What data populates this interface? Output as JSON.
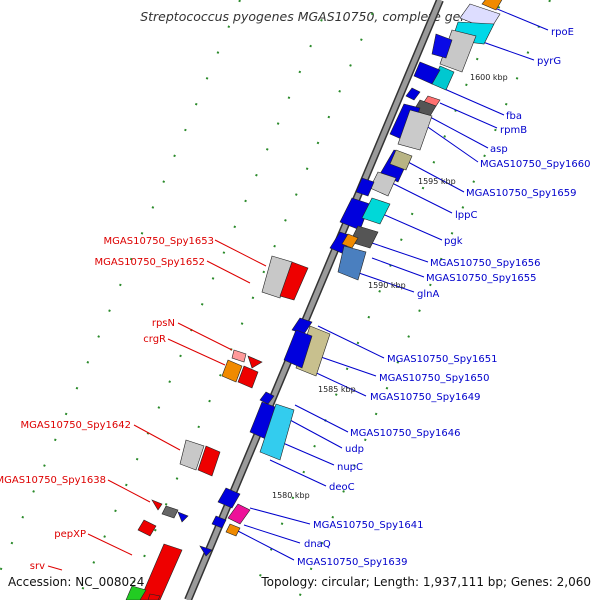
{
  "header": {
    "title": "Streptococcus pyogenes MGAS10750, complete genome"
  },
  "footer": {
    "accession": "Accession: NC_008024",
    "summary": "Topology: circular; Length: 1,937,111 bp; Genes: 2,060"
  },
  "colors": {
    "forward_label": "#0000cc",
    "reverse_label": "#dd0000",
    "backbone": "#9a9a9a",
    "tick": "#2a8a2a"
  },
  "scale_ticks": [
    "1600 kbp",
    "1595 kbp",
    "1590 kbp",
    "1585 kbp",
    "1580 kbp"
  ],
  "forward_genes": [
    "rpoE",
    "pyrG",
    "fba",
    "rpmB",
    "asp",
    "MGAS10750_Spy1660",
    "MGAS10750_Spy1659",
    "lppC",
    "pgk",
    "MGAS10750_Spy1656",
    "MGAS10750_Spy1655",
    "glnA",
    "MGAS10750_Spy1651",
    "MGAS10750_Spy1650",
    "MGAS10750_Spy1649",
    "MGAS10750_Spy1646",
    "udp",
    "nupC",
    "deoC",
    "MGAS10750_Spy1641",
    "dnaQ",
    "MGAS10750_Spy1639"
  ],
  "reverse_genes": [
    "MGAS10750_Spy1653",
    "MGAS10750_Spy1652",
    "rpsN",
    "crgR",
    "MGAS10750_Spy1642",
    "MGAS10750_Spy1638",
    "pepXP",
    "srv"
  ]
}
